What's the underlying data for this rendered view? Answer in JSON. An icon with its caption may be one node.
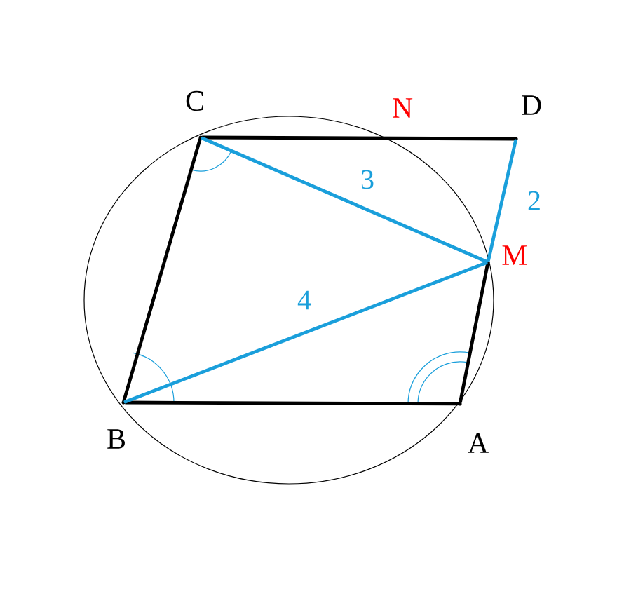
{
  "diagram": {
    "nodes": [
      {
        "text": [],
        "shape": "point",
        "beside": [
          "C"
        ]
      },
      {
        "text": [],
        "shape": "point",
        "beside": [
          "D"
        ]
      },
      {
        "text": [],
        "shape": "point",
        "beside": [
          "M"
        ]
      },
      {
        "text": [],
        "shape": "point",
        "beside": [
          "A"
        ]
      },
      {
        "text": [],
        "shape": "point",
        "beside": [
          "B"
        ]
      }
    ],
    "edges": [
      {
        "from": 0,
        "to": 1,
        "arrow": "none"
      },
      {
        "from": 1,
        "to": 2,
        "arrow": "none",
        "color": "#1a9fdb",
        "label": "2"
      },
      {
        "from": 2,
        "to": 3,
        "arrow": "none"
      },
      {
        "from": 3,
        "to": 4,
        "arrow": "none"
      },
      {
        "from": 4,
        "to": 0,
        "arrow": "none"
      },
      {
        "from": 0,
        "to": 2,
        "arrow": "none",
        "color": "#1a9fdb",
        "label": "3"
      },
      {
        "from": 4,
        "to": 2,
        "arrow": "none",
        "color": "#1a9fdb",
        "label": "4"
      }
    ],
    "labels": [
      "N"
    ]
  }
}
